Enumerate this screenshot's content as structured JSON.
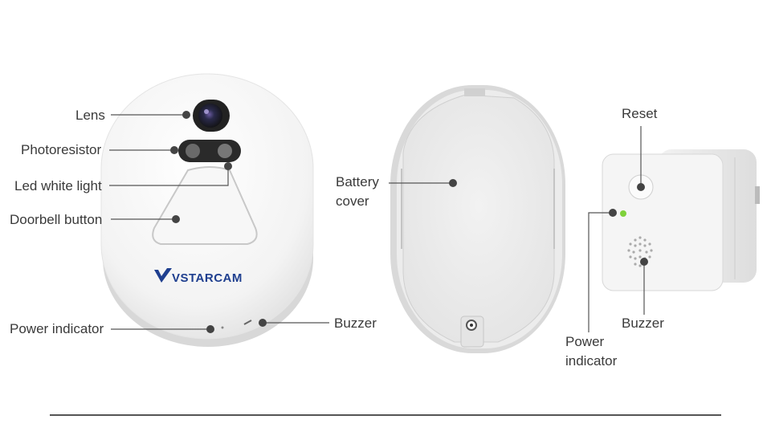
{
  "brand": {
    "logo_text": "VSTARCAM",
    "logo_color": "#1f3f8f"
  },
  "labels": {
    "lens": "Lens",
    "photoresistor": "Photoresistor",
    "led_white_light": "Led white light",
    "doorbell_button": "Doorbell button",
    "power_indicator_left": "Power indicator",
    "buzzer_left": "Buzzer",
    "battery_cover": [
      "Battery",
      "cover"
    ],
    "reset": "Reset",
    "power_indicator_right": [
      "Power",
      "indicator"
    ],
    "buzzer_right": "Buzzer"
  },
  "colors": {
    "label_text": "#3a3a3a",
    "pointer": "#555555",
    "device_body": "#f4f4f4",
    "led_green": "#7fd13b"
  }
}
